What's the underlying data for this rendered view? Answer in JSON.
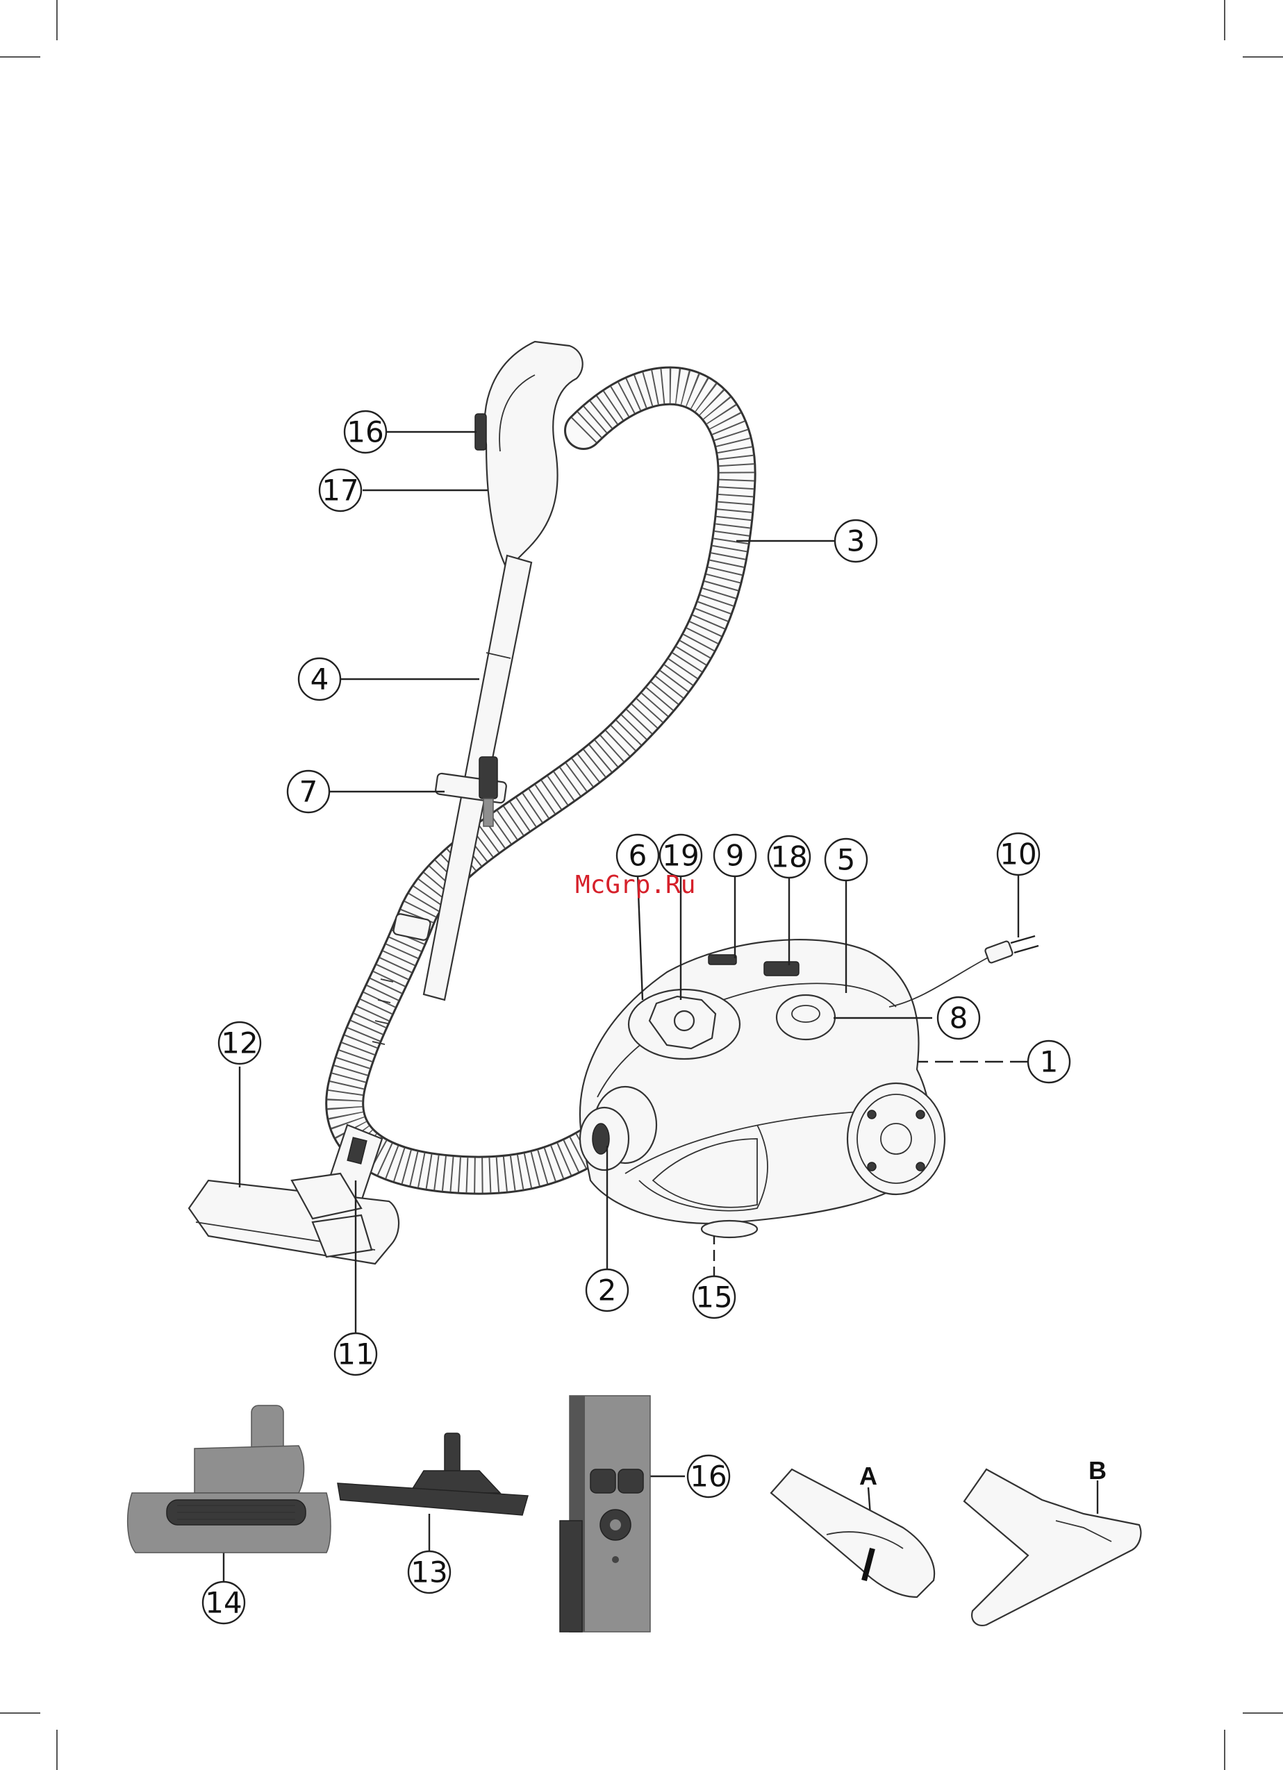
{
  "watermark": "McGrp.Ru",
  "callouts": [
    {
      "label": "16"
    },
    {
      "label": "17"
    },
    {
      "label": "3"
    },
    {
      "label": "4"
    },
    {
      "label": "7"
    },
    {
      "label": "6"
    },
    {
      "label": "19"
    },
    {
      "label": "9"
    },
    {
      "label": "18"
    },
    {
      "label": "5"
    },
    {
      "label": "10"
    },
    {
      "label": "8"
    },
    {
      "label": "1"
    },
    {
      "label": "12"
    },
    {
      "label": "2"
    },
    {
      "label": "15"
    },
    {
      "label": "11"
    },
    {
      "label": "14"
    },
    {
      "label": "13"
    },
    {
      "label": "16"
    }
  ],
  "letters": [
    {
      "label": "A"
    },
    {
      "label": "B"
    }
  ],
  "colors": {
    "watermark": "#d6202a",
    "line": "#222222",
    "background": "#ffffff"
  }
}
